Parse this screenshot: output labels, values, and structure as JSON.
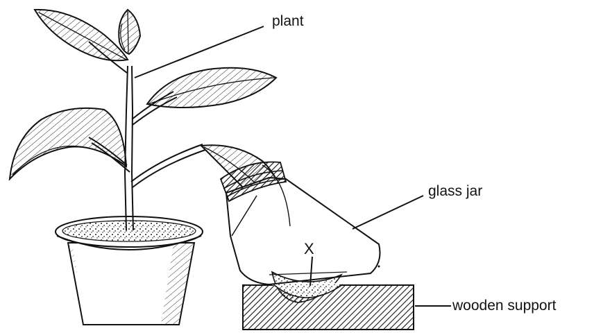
{
  "labels": {
    "plant": "plant",
    "glass_jar": "glass jar",
    "x_marker": "X",
    "wooden_support": "wooden support"
  },
  "colors": {
    "ink": "#111111",
    "paper": "#ffffff"
  }
}
